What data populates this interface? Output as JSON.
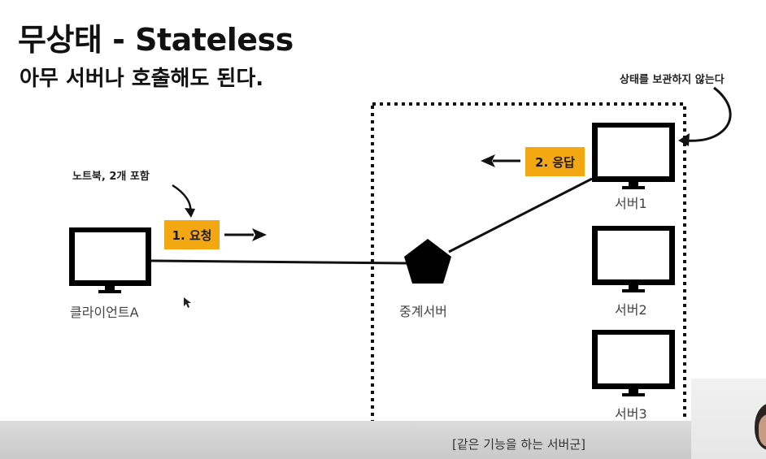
{
  "slide": {
    "title": "무상태 - Stateless",
    "subtitle": "아무 서버나 호출해도 된다."
  },
  "annotations": {
    "laptop_note": "노트북, 2개 포함",
    "state_note": "상태를 보관하지 않는다"
  },
  "nodes": {
    "client": "클라이언트A",
    "proxy": "중계서버",
    "server1": "서버1",
    "server2": "서버2",
    "server3": "서버3"
  },
  "badges": {
    "request": "1. 요청",
    "response": "2. 응답"
  },
  "cluster_caption": "[같은 기능을 하는 서버군]",
  "colors": {
    "badge": "#f3a713",
    "monitor": "#000000",
    "line": "#111111"
  }
}
